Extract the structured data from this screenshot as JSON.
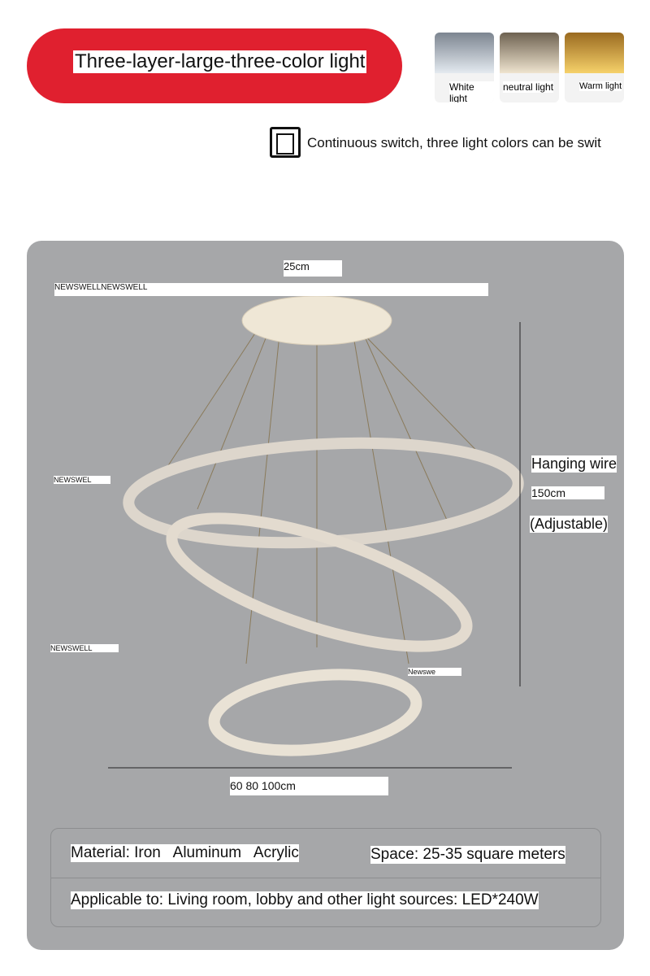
{
  "banner": {
    "title": "Three-layer-large-three-color light"
  },
  "swatches": [
    {
      "label": "White light",
      "color": "#dfe6ee"
    },
    {
      "label": "neutral light",
      "color": "#e9dcc6"
    },
    {
      "label": "Warm light",
      "color": "#f1c85a"
    }
  ],
  "switch_text": "Continuous switch, three light colors can be swit",
  "dims": {
    "top": "25cm",
    "watermark_bar": "NEWSWELLNEWSWELL",
    "wm_left1": "NEWSWEL",
    "wm_left2": "NEWSWELL",
    "wm_right": "Newswe",
    "hanging": "Hanging wire",
    "length": "150cm",
    "adjustable": "(Adjustable)",
    "bottom": "60 80 100cm"
  },
  "info": {
    "material": "Material: Iron   Aluminum   Acrylic",
    "space": "Space: 25-35 square meters",
    "applicable": "Applicable to: Living room, lobby and other light sources: LED*240W"
  }
}
